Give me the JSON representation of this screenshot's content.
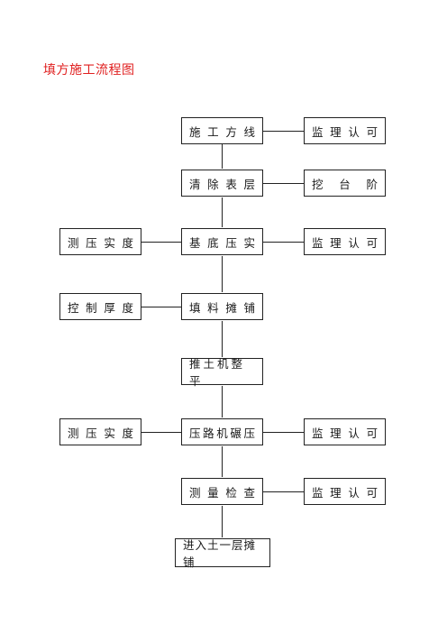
{
  "title": "填方施工流程图",
  "main_steps": [
    [
      "施",
      "工",
      "方",
      "线"
    ],
    [
      "清",
      "除",
      "表",
      "层"
    ],
    [
      "基",
      "底",
      "压",
      "实"
    ],
    [
      "填",
      "料",
      "摊",
      "铺"
    ],
    "推土机整平",
    [
      "压",
      "路",
      "机",
      "碾",
      "压"
    ],
    [
      "测",
      "量",
      "检",
      "查"
    ],
    "进入土一层摊铺"
  ],
  "right_boxes": {
    "r1": [
      "监",
      "理",
      "认",
      "可"
    ],
    "r2": [
      "挖",
      "台",
      "阶"
    ],
    "r3": [
      "监",
      "理",
      "认",
      "可"
    ],
    "r6": [
      "监",
      "理",
      "认",
      "可"
    ],
    "r7": [
      "监",
      "理",
      "认",
      "可"
    ]
  },
  "left_boxes": {
    "l3": [
      "测",
      "压",
      "实",
      "度"
    ],
    "l4": [
      "控",
      "制",
      "厚",
      "度"
    ],
    "l6": [
      "测",
      "压",
      "实",
      "度"
    ]
  }
}
